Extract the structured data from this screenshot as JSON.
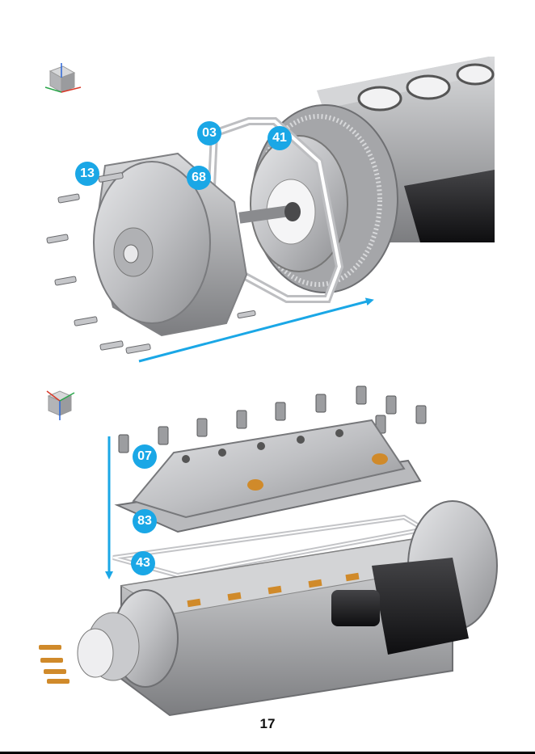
{
  "page": {
    "number": "17"
  },
  "step1": {
    "callouts": [
      "13",
      "03",
      "68",
      "41"
    ]
  },
  "step2": {
    "callouts": [
      "07",
      "83",
      "43"
    ]
  },
  "colors": {
    "callout": "#1aa7e6",
    "arrow": "#1aa7e6",
    "metal": "#c8c9cb",
    "metal_dark": "#8c8d90",
    "motor_black": "#1e1e20",
    "brass": "#d08a2a"
  },
  "icons": {
    "step1_axis": "axis-triad-icon",
    "step2_axis": "axis-triad-icon"
  }
}
